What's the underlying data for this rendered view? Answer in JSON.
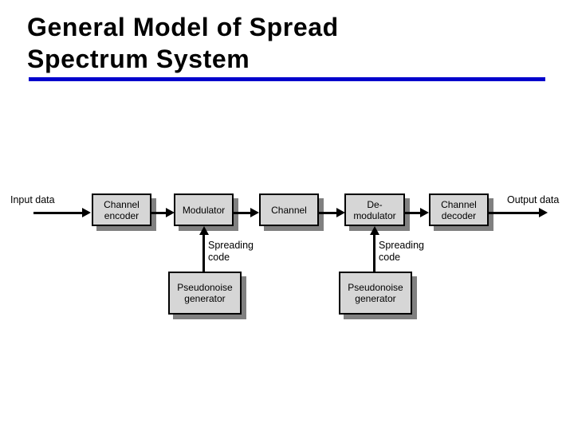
{
  "slide": {
    "title": "General Model of Spread\nSpectrum System",
    "rule_color": "#0000cc"
  },
  "diagram": {
    "name": "spread-spectrum-block-diagram",
    "box_fill": "#d6d6d6",
    "box_border": "#000000",
    "shadow_color": "#808080",
    "input_label": "Input data",
    "output_label": "Output data",
    "blocks": [
      {
        "id": "channel-encoder",
        "label": "Channel\nencoder"
      },
      {
        "id": "modulator",
        "label": "Modulator"
      },
      {
        "id": "channel",
        "label": "Channel"
      },
      {
        "id": "demodulator",
        "label": "De-\nmodulator"
      },
      {
        "id": "channel-decoder",
        "label": "Channel\ndecoder"
      }
    ],
    "generators": [
      {
        "id": "pn-generator-tx",
        "label": "Pseudonoise\ngenerator",
        "feed_label": "Spreading\ncode"
      },
      {
        "id": "pn-generator-rx",
        "label": "Pseudonoise\ngenerator",
        "feed_label": "Spreading\ncode"
      }
    ]
  }
}
